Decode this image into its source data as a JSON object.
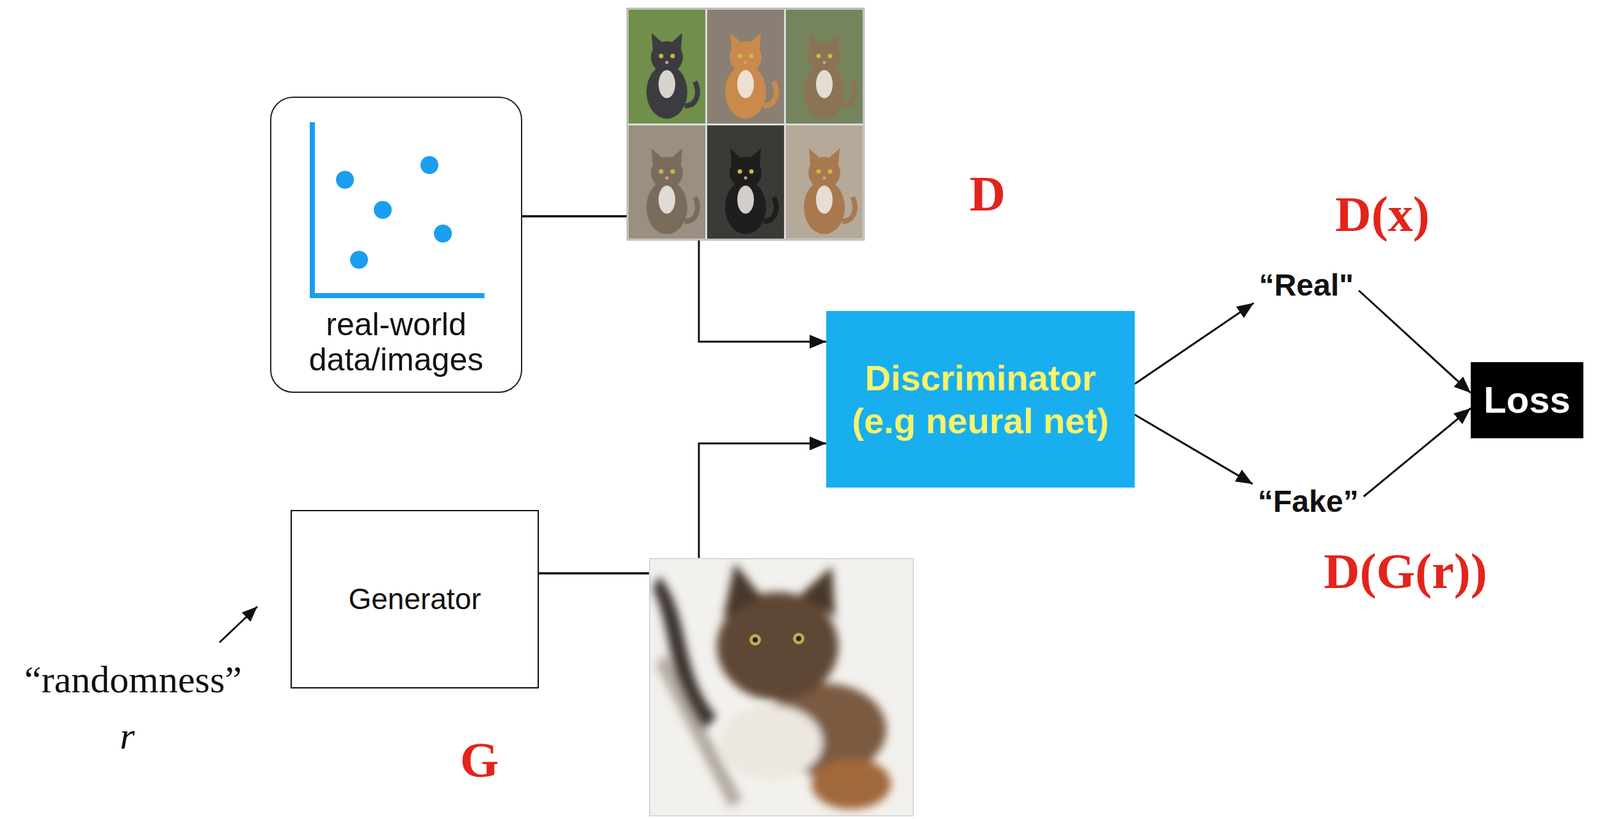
{
  "diagram": {
    "nodes": [
      {
        "text": [
          "real-world data/images"
        ]
      },
      {
        "text": [
          "Discriminator (e.g neural net)"
        ]
      },
      {
        "text": [
          "“Real\""
        ]
      },
      {
        "text": [
          "“Fake”"
        ]
      },
      {
        "text": [
          "Loss"
        ]
      },
      {
        "text": [
          "Generator"
        ]
      }
    ],
    "edges": [
      {
        "from": 0,
        "to": 1,
        "arrow": "to"
      },
      {
        "from": 5,
        "to": 1,
        "arrow": "to"
      },
      {
        "from": 1,
        "to": 2,
        "arrow": "to"
      },
      {
        "from": 1,
        "to": 3,
        "arrow": "to"
      },
      {
        "from": 2,
        "to": 4,
        "arrow": "to"
      },
      {
        "from": 3,
        "to": 4,
        "arrow": "to"
      }
    ],
    "labels": [
      "D",
      "D(x)",
      "“randomness”",
      "r",
      "G",
      "D(G(r))"
    ]
  }
}
